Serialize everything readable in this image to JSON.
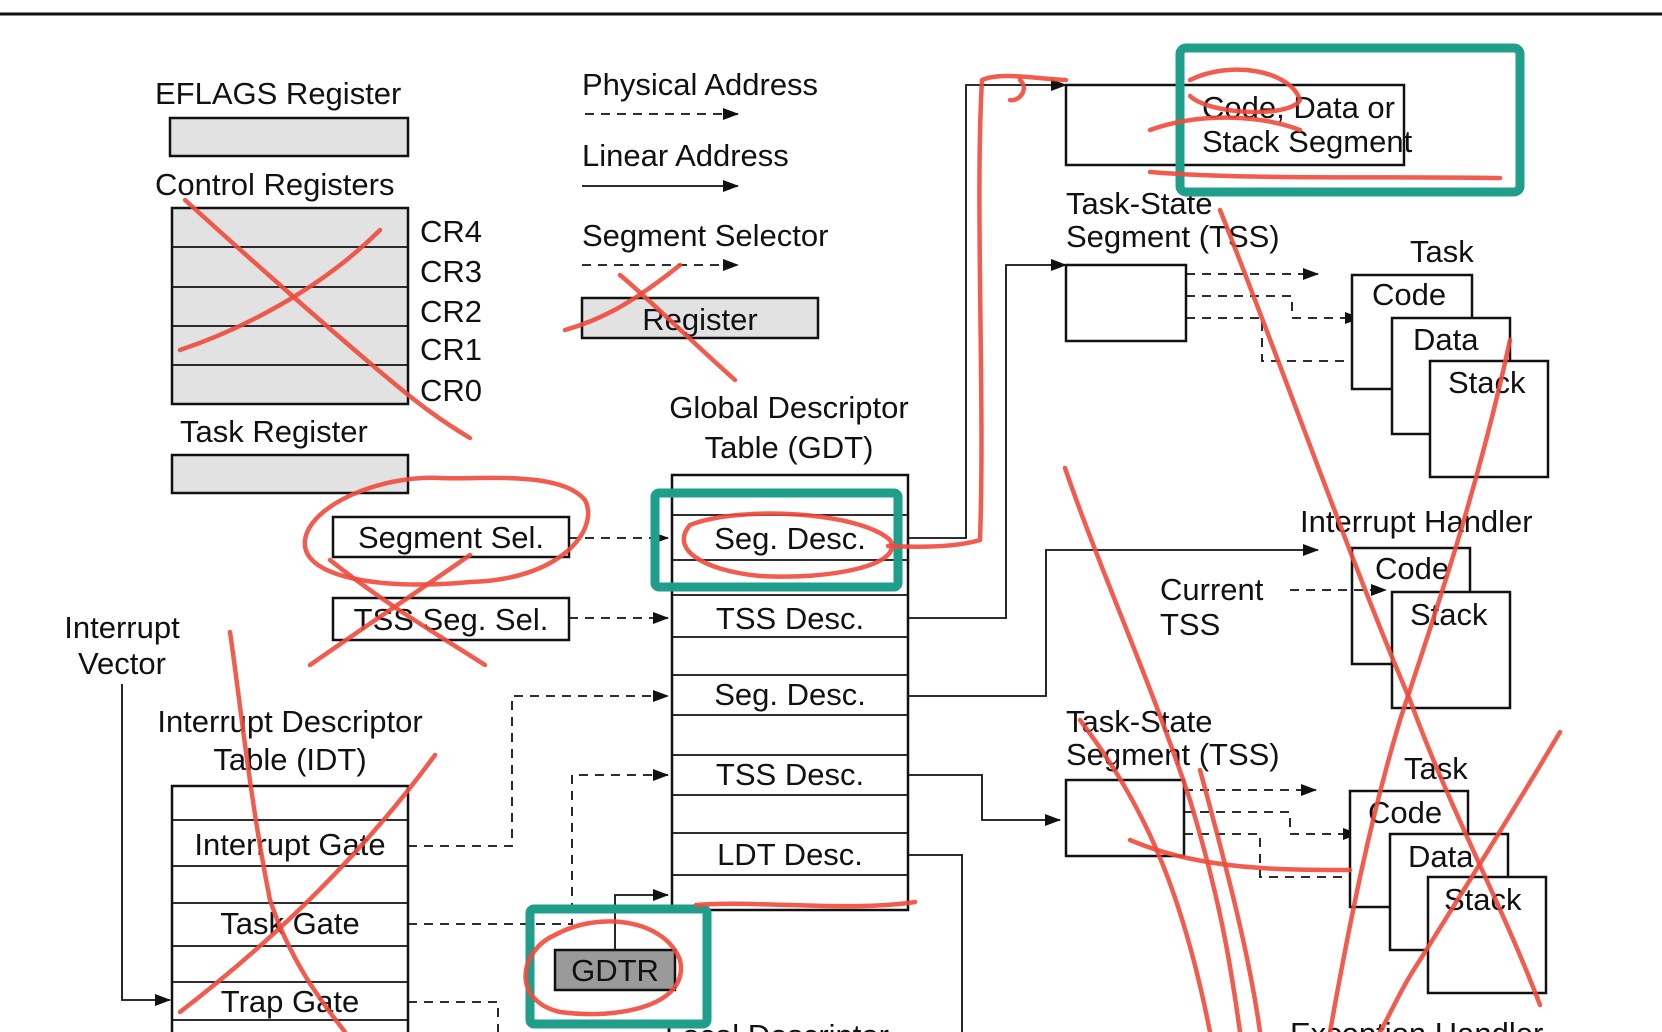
{
  "legend": {
    "physical_address": "Physical Address",
    "linear_address": "Linear Address",
    "segment_selector": "Segment Selector",
    "register": "Register"
  },
  "registers": {
    "eflags": "EFLAGS Register",
    "control": "Control Registers",
    "cr4": "CR4",
    "cr3": "CR3",
    "cr2": "CR2",
    "cr1": "CR1",
    "cr0": "CR0",
    "task_register": "Task Register"
  },
  "selectors": {
    "segment_sel": "Segment Sel.",
    "tss_seg_sel": "TSS Seg. Sel."
  },
  "interrupt_vector": {
    "line1": "Interrupt",
    "line2": "Vector"
  },
  "idt": {
    "title1": "Interrupt Descriptor",
    "title2": "Table (IDT)",
    "interrupt_gate": "Interrupt Gate",
    "task_gate": "Task Gate",
    "trap_gate": "Trap Gate"
  },
  "gdt": {
    "title1": "Global Descriptor",
    "title2": "Table (GDT)",
    "seg_desc_1": "Seg. Desc.",
    "tss_desc_1": "TSS Desc.",
    "seg_desc_2": "Seg. Desc.",
    "tss_desc_2": "TSS Desc.",
    "ldt_desc": "LDT Desc."
  },
  "gdtr": "GDTR",
  "ldt_title_partial": "Local Descriptor",
  "code_data_stack": {
    "line1": "Code, Data or",
    "line2": "Stack Segment"
  },
  "tss_top": {
    "line1": "Task-State",
    "line2": "Segment (TSS)"
  },
  "task_top": {
    "title": "Task",
    "code": "Code",
    "data": "Data",
    "stack": "Stack"
  },
  "interrupt_handler": {
    "title": "Interrupt Handler",
    "code": "Code",
    "stack": "Stack"
  },
  "current_tss": {
    "line1": "Current",
    "line2": "TSS"
  },
  "tss_bottom": {
    "line1": "Task-State",
    "line2": "Segment (TSS)"
  },
  "task_bottom": {
    "title": "Task",
    "code": "Code",
    "data": "Data",
    "stack": "Stack"
  },
  "exception_handler_partial": "Exception Handler",
  "colors": {
    "annotation_ink": "#f04a3c",
    "highlight_box": "#1f9e8c",
    "register_fill": "#e2e2e2",
    "gdtr_fill": "#9a9a9a"
  }
}
